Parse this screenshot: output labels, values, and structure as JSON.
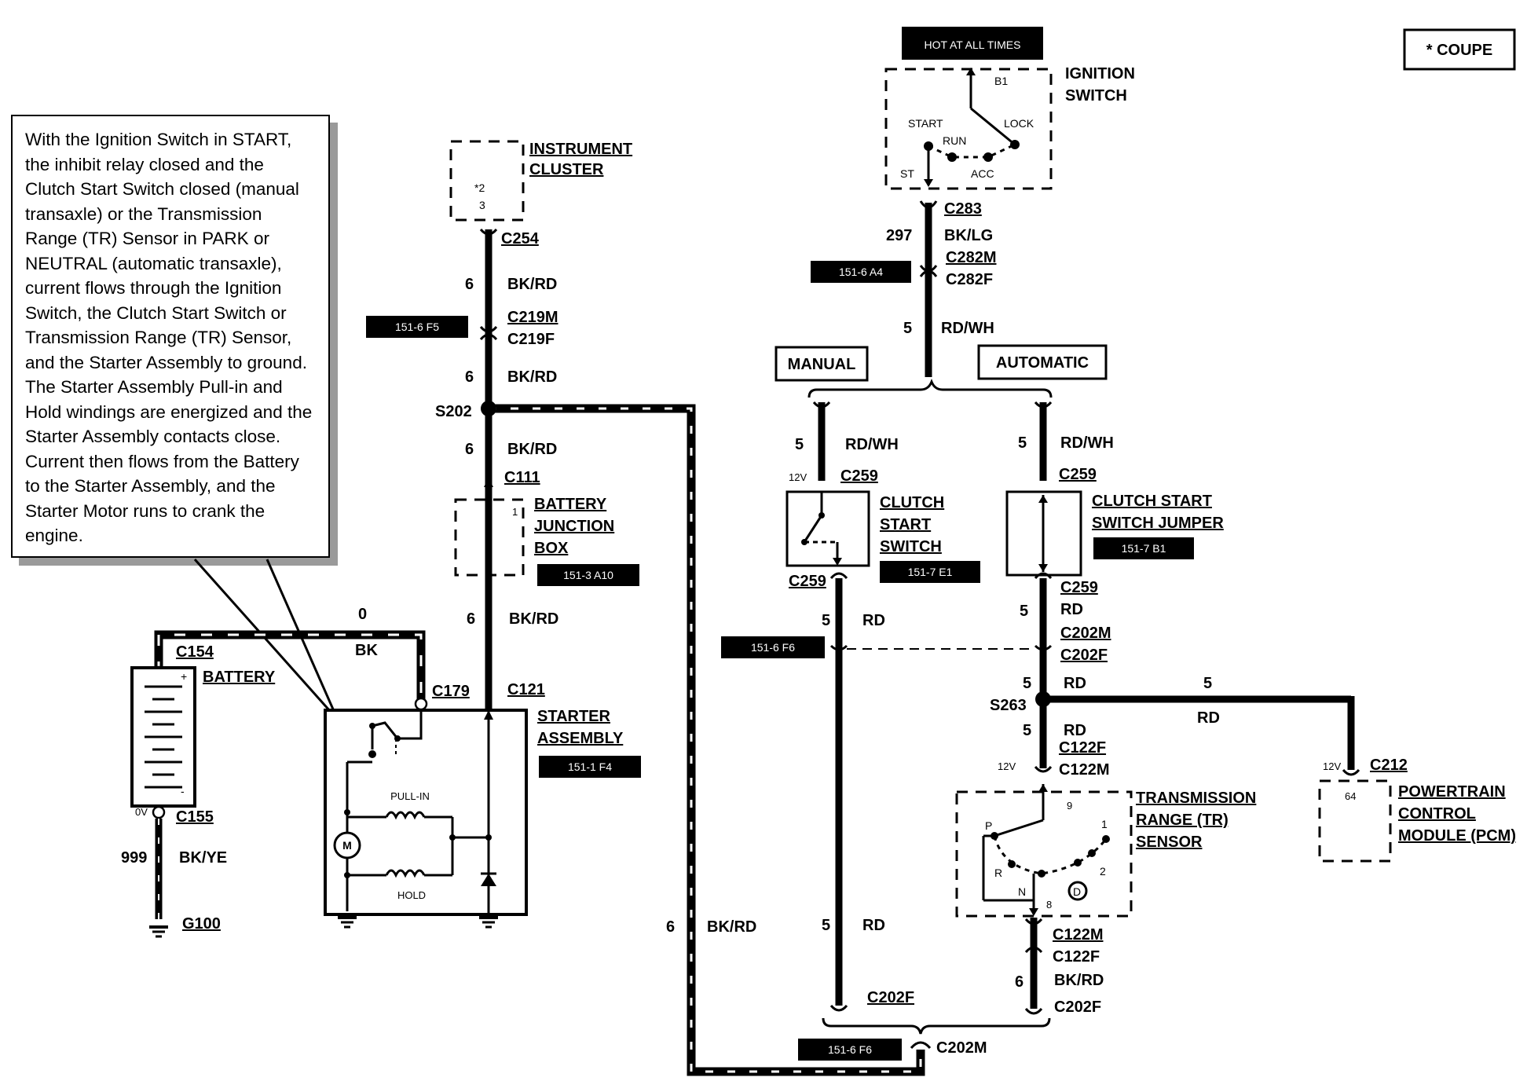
{
  "note": "With the Ignition Switch in START, the inhibit relay closed and the Clutch Start Switch closed (manual transaxle) or the Transmission Range (TR) Sensor in PARK or NEUTRAL (automatic transaxle), current flows through the Ignition Switch, the Clutch Start Switch or Transmission Range (TR) Sensor, and the Starter Assembly to ground. The Starter Assembly Pull-in and Hold windings are energized and the Starter Assembly contacts close. Current then flows from the Battery to the Starter Assembly, and the Starter Motor runs to crank the engine.",
  "coupe_note": "* COUPE",
  "hot_label": "HOT AT ALL TIMES",
  "components": {
    "ignition_switch": [
      "IGNITION",
      "SWITCH"
    ],
    "instrument_cluster": [
      "INSTRUMENT",
      "CLUSTER"
    ],
    "battery_junction_box": [
      "BATTERY",
      "JUNCTION",
      "BOX"
    ],
    "starter_assembly": [
      "STARTER",
      "ASSEMBLY"
    ],
    "battery": "BATTERY",
    "clutch_start_switch": [
      "CLUTCH",
      "START",
      "SWITCH"
    ],
    "clutch_start_switch_jumper": [
      "CLUTCH START",
      "SWITCH JUMPER"
    ],
    "tr_sensor": [
      "TRANSMISSION",
      "RANGE (TR)",
      "SENSOR"
    ],
    "pcm": [
      "POWERTRAIN",
      "CONTROL",
      "MODULE (PCM)"
    ]
  },
  "switch_positions": {
    "b1": "B1",
    "start": "START",
    "lock": "LOCK",
    "run": "RUN",
    "st": "ST",
    "acc": "ACC"
  },
  "options": {
    "manual": "MANUAL",
    "automatic": "AUTOMATIC"
  },
  "starter_internals": {
    "pull_in": "PULL-IN",
    "hold": "HOLD",
    "motor": "M"
  },
  "tr_positions": {
    "p": "P",
    "r": "R",
    "n": "N",
    "d": "D",
    "one": "1",
    "two": "2",
    "pin9": "9",
    "pin8": "8"
  },
  "pins": {
    "cluster": "*2",
    "cluster_b": "3",
    "bjb": "1",
    "pcm": "64"
  },
  "voltages": {
    "v12": "12V",
    "v0": "0V"
  },
  "connectors": {
    "c283": "C283",
    "c282m": "C282M",
    "c282f": "C282F",
    "c254": "C254",
    "c219m": "C219M",
    "c219f": "C219F",
    "s202": "S202",
    "c111": "C111",
    "c121": "C121",
    "c179": "C179",
    "c154": "C154",
    "c155": "C155",
    "g100": "G100",
    "c259": "C259",
    "c202m": "C202M",
    "c202f": "C202F",
    "s263": "S263",
    "c122f": "C122F",
    "c122m": "C122M",
    "c212": "C212"
  },
  "circuits": {
    "n297": "297",
    "bklg": "BK/LG",
    "n5": "5",
    "rdwh": "RD/WH",
    "n6": "6",
    "bkrd": "BK/RD",
    "n0": "0",
    "bk": "BK",
    "n999": "999",
    "bkye": "BK/YE",
    "rd": "RD"
  },
  "refs": {
    "r1": "151-6 A4",
    "r2": "151-6 F5",
    "r3": "151-3 A10",
    "r4": "151-1 F4",
    "r5": "151-7 E1",
    "r6": "151-7 B1",
    "r7": "151-6 F6"
  }
}
